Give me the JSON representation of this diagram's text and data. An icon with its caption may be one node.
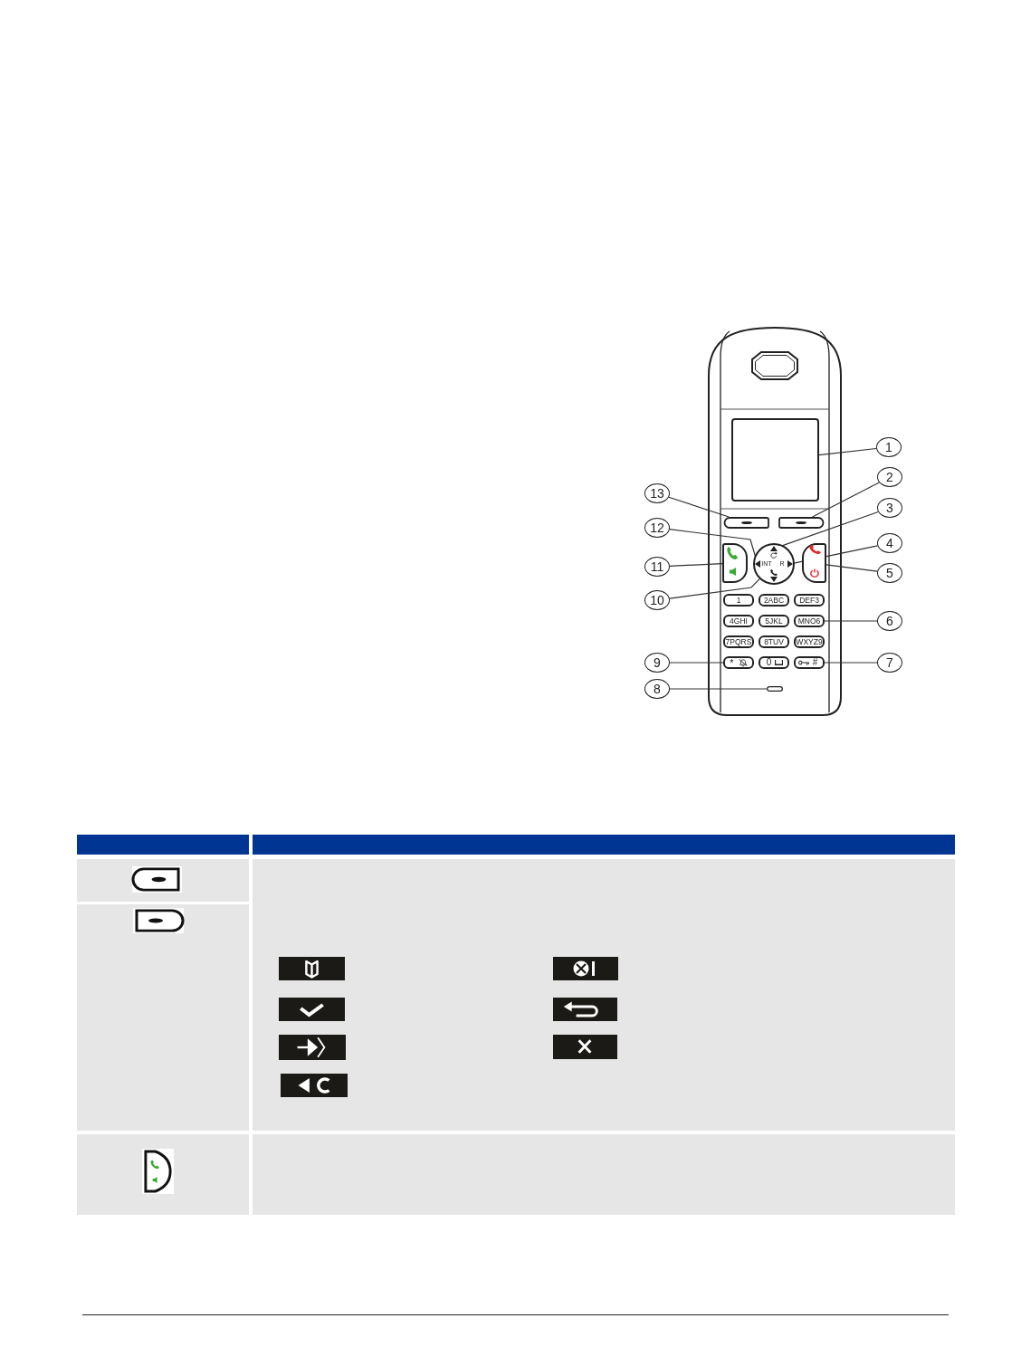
{
  "diagram": {
    "nodes": [
      {
        "text": [],
        "shape": "box"
      },
      {
        "text": [],
        "shape": "box"
      },
      {
        "text": [],
        "shape": "box"
      },
      {
        "text": [],
        "shape": "box"
      },
      {
        "text": [
          "INT",
          "R"
        ]
      },
      {
        "text": [],
        "shape": "triangle",
        "in": 4
      },
      {
        "text": [],
        "shape": "triangle",
        "in": 4
      },
      {
        "text": [],
        "shape": "triangle",
        "in": 4
      },
      {
        "text": [],
        "shape": "triangle",
        "in": 4
      },
      {
        "text": [],
        "shape": "box"
      },
      {
        "text": [
          "1"
        ]
      },
      {
        "text": [
          "2ABC"
        ]
      },
      {
        "text": [
          "DEF3"
        ]
      },
      {
        "text": [
          "4GHI"
        ]
      },
      {
        "text": [
          "5JKL"
        ]
      },
      {
        "text": [
          "MNO6"
        ]
      },
      {
        "text": [
          "7PQRS"
        ]
      },
      {
        "text": [
          "8TUV"
        ]
      },
      {
        "text": [
          "WXYZ9"
        ]
      },
      {
        "text": [
          "*"
        ]
      },
      {
        "text": [
          "0"
        ]
      },
      {
        "text": [
          "#"
        ]
      },
      {
        "text": [],
        "shape": "bar"
      },
      {
        "text": [
          "1"
        ]
      },
      {
        "text": [
          "2"
        ]
      },
      {
        "text": [
          "3"
        ]
      },
      {
        "text": [
          "4"
        ]
      },
      {
        "text": [
          "5"
        ]
      },
      {
        "text": [
          "6"
        ]
      },
      {
        "text": [
          "7"
        ]
      },
      {
        "text": [
          "8"
        ]
      },
      {
        "text": [
          "9"
        ]
      },
      {
        "text": [
          "10"
        ]
      },
      {
        "text": [
          "11"
        ]
      },
      {
        "text": [
          "12"
        ]
      },
      {
        "text": [
          "13"
        ]
      }
    ],
    "edges": [
      {
        "from": 23,
        "to": 0,
        "arrow": "none"
      },
      {
        "from": 24,
        "to": 2,
        "arrow": "none"
      },
      {
        "from": 25,
        "to": 5,
        "arrow": "none"
      },
      {
        "from": 26,
        "to": 6,
        "arrow": "none"
      },
      {
        "from": 27,
        "to": 9,
        "arrow": "none"
      },
      {
        "from": 28,
        "to": 15,
        "arrow": "none"
      },
      {
        "from": 29,
        "to": 21,
        "arrow": "none"
      },
      {
        "from": 30,
        "to": 22,
        "arrow": "none"
      },
      {
        "from": 31,
        "to": 19,
        "arrow": "none"
      },
      {
        "from": 32,
        "to": 4,
        "arrow": "none"
      },
      {
        "from": 33,
        "to": 3,
        "arrow": "none"
      },
      {
        "from": 34,
        "to": 8,
        "arrow": "none"
      },
      {
        "from": 35,
        "to": 1,
        "arrow": "none"
      }
    ]
  }
}
